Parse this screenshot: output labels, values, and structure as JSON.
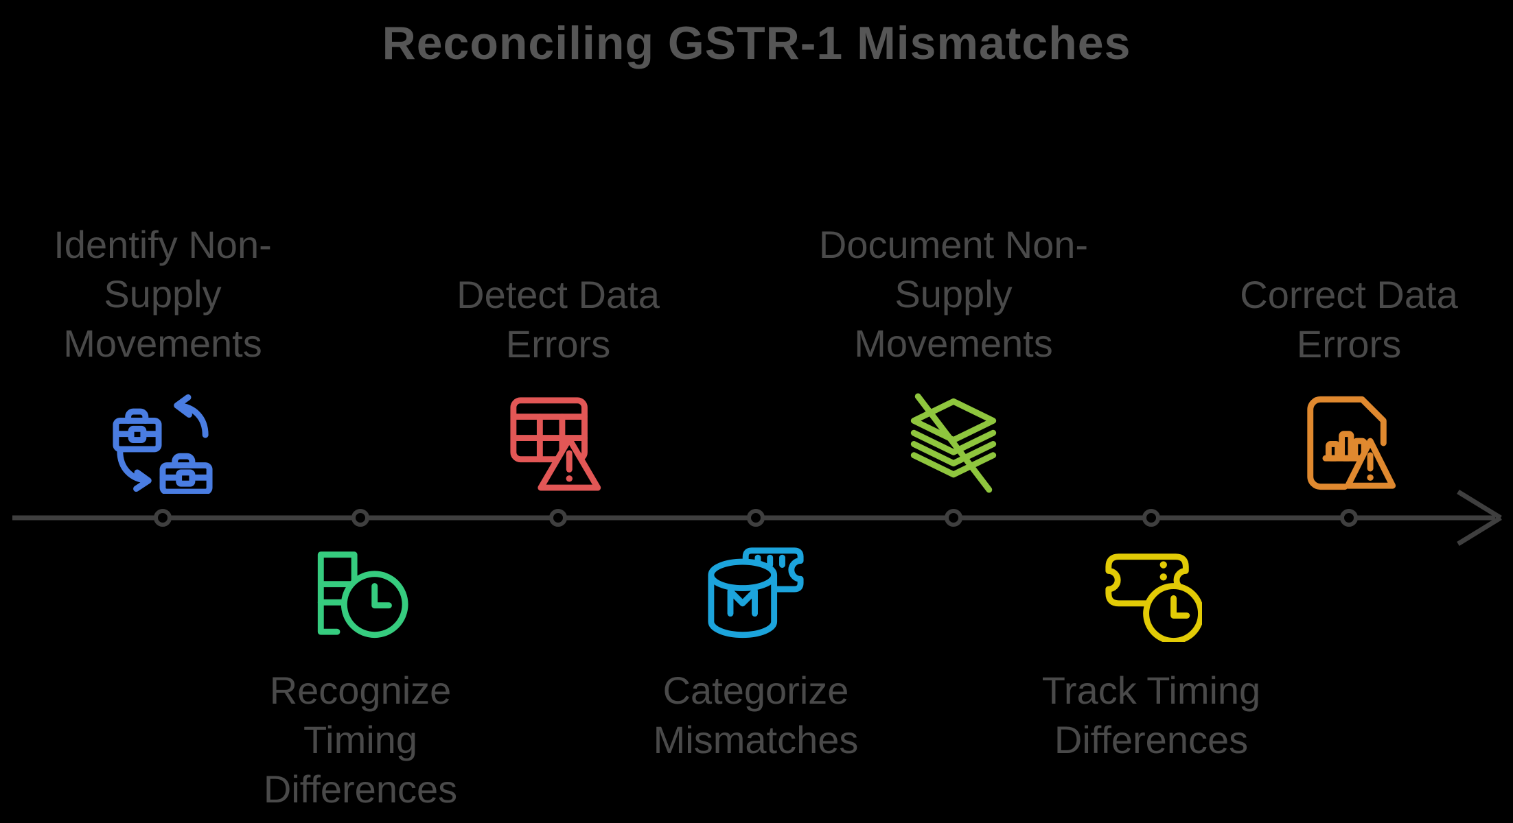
{
  "title": "Reconciling GSTR-1 Mismatches",
  "background_color": "#000000",
  "title_color": "#565656",
  "label_color": "#4a4a4a",
  "timeline": {
    "direction": "left-to-right-arrow",
    "line_color": "#3f3f3f",
    "node_fill": "#000000",
    "steps": [
      {
        "id": 1,
        "position": "above",
        "label": "Identify Non-\nSupply\nMovements",
        "icon": "briefcase-exchange-icon",
        "color": "#4a7de2"
      },
      {
        "id": 2,
        "position": "below",
        "label": "Recognize\nTiming\nDifferences",
        "icon": "checklist-clock-icon",
        "color": "#36cc7f"
      },
      {
        "id": 3,
        "position": "above",
        "label": "Detect Data\nErrors",
        "icon": "table-warning-icon",
        "color": "#e25756"
      },
      {
        "id": 4,
        "position": "below",
        "label": "Categorize\nMismatches",
        "icon": "database-ticket-icon",
        "color": "#1ca4dc"
      },
      {
        "id": 5,
        "position": "above",
        "label": "Document Non-\nSupply\nMovements",
        "icon": "layers-slash-icon",
        "color": "#8fc63e"
      },
      {
        "id": 6,
        "position": "below",
        "label": "Track Timing\nDifferences",
        "icon": "ticket-clock-icon",
        "color": "#e2cb06"
      },
      {
        "id": 7,
        "position": "above",
        "label": "Correct Data\nErrors",
        "icon": "document-chart-warning-icon",
        "color": "#e0892f"
      }
    ]
  }
}
